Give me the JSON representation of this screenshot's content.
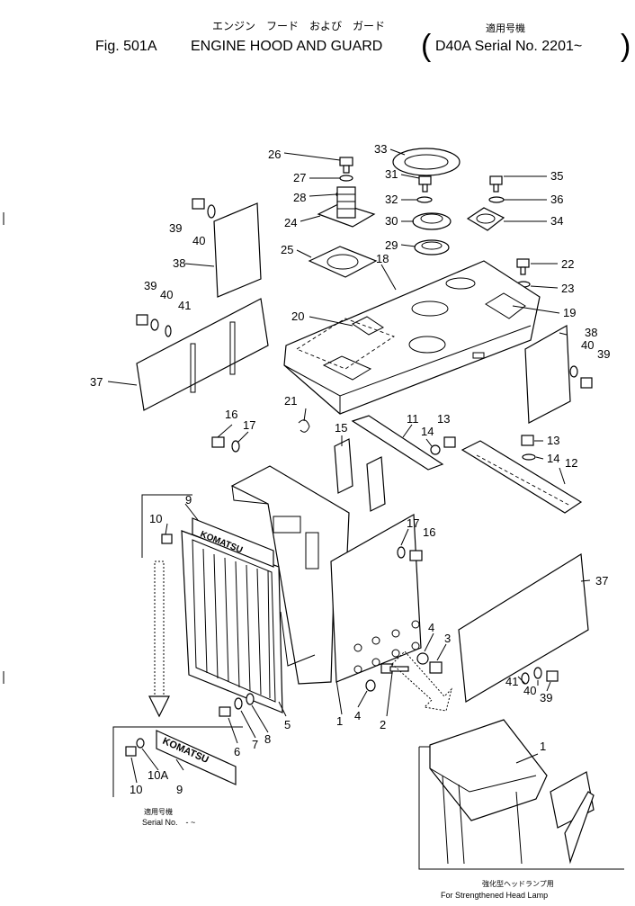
{
  "title": {
    "jp": "エンジン　フード　および　ガード",
    "fig": "Fig. 501A",
    "en": "ENGINE HOOD AND GUARD",
    "serial_jp": "適用号機",
    "serial_en": "D40A Serial No. 2201~"
  },
  "notes": {
    "serial_jp": "適用号機",
    "serial_en": "Serial No.　- ~",
    "lamp_jp": "強化型ヘッドランプ用",
    "lamp_en": "For Strengthened Head Lamp"
  },
  "emblem_text": "KOMATSU",
  "callouts": [
    "26",
    "27",
    "28",
    "24",
    "25",
    "33",
    "31",
    "32",
    "30",
    "29",
    "35",
    "36",
    "34",
    "22",
    "23",
    "18",
    "19",
    "39",
    "40",
    "38",
    "39",
    "40",
    "41",
    "37",
    "20",
    "38",
    "40",
    "39",
    "21",
    "16",
    "17",
    "15",
    "11",
    "14",
    "13",
    "13",
    "14",
    "12",
    "9",
    "10",
    "17",
    "16",
    "37",
    "4",
    "3",
    "1",
    "4",
    "2",
    "5",
    "6",
    "7",
    "8",
    "41",
    "40",
    "39",
    "10",
    "10A",
    "9",
    "1"
  ]
}
